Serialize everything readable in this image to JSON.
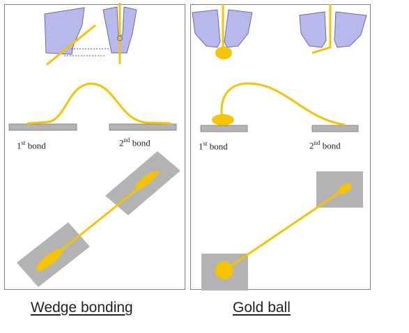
{
  "wedge": {
    "caption": "Wedge bonding",
    "first_bond": {
      "num": "1",
      "sup": "st",
      "word": "bond"
    },
    "second_bond": {
      "num": "2",
      "sup": "nd",
      "word": "bond"
    }
  },
  "ball": {
    "caption": "Gold ball",
    "first_bond": {
      "num": "1",
      "sup": "st",
      "word": "bond"
    },
    "second_bond": {
      "num": "2",
      "sup": "nd",
      "word": "bond"
    }
  },
  "colors": {
    "wire": "#f5c400",
    "capillary": "#b8b8ec",
    "pad": "#b3b3b3",
    "border": "#7f7f7f"
  }
}
